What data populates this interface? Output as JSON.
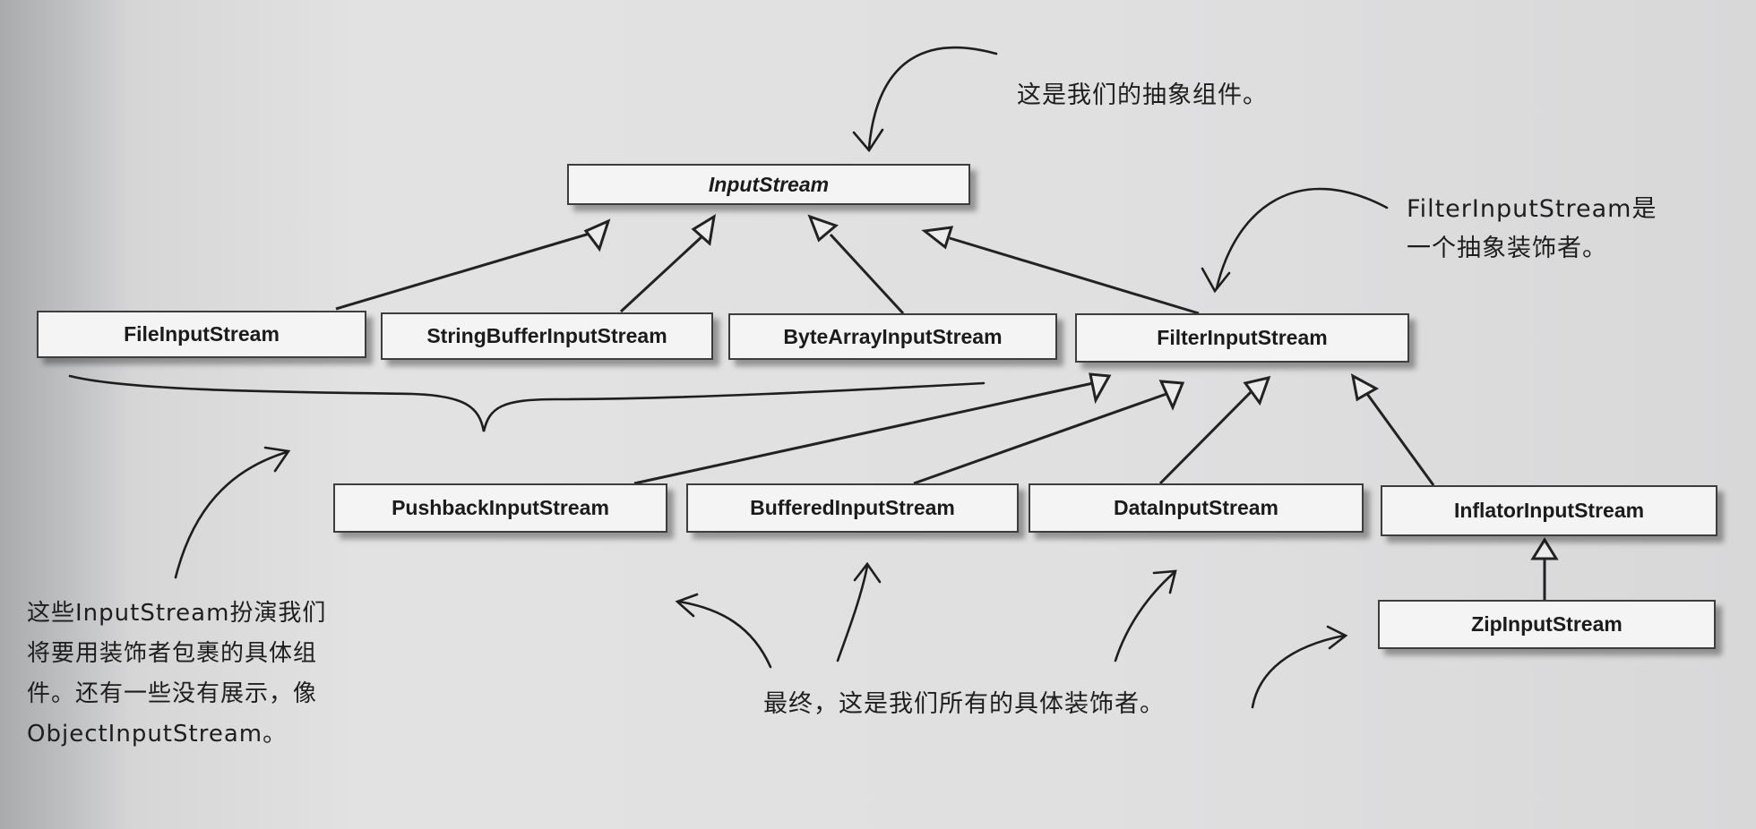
{
  "classes": {
    "input_stream": "InputStream",
    "file_input_stream": "FileInputStream",
    "string_buffer_input_stream": "StringBufferInputStream",
    "byte_array_input_stream": "ByteArrayInputStream",
    "filter_input_stream": "FilterInputStream",
    "pushback_input_stream": "PushbackInputStream",
    "buffered_input_stream": "BufferedInputStream",
    "data_input_stream": "DataInputStream",
    "inflator_input_stream": "InflatorInputStream",
    "zip_input_stream": "ZipInputStream"
  },
  "annotations": {
    "abstract_component": "这是我们的抽象组件。",
    "abstract_decorator": "FilterInputStream是\n一个抽象装饰者。",
    "concrete_components": "这些InputStream扮演我们\n将要用装饰者包裹的具体组\n件。还有一些没有展示，像\nObjectInputStream。",
    "concrete_decorators": "最终，这是我们所有的具体装饰者。"
  }
}
